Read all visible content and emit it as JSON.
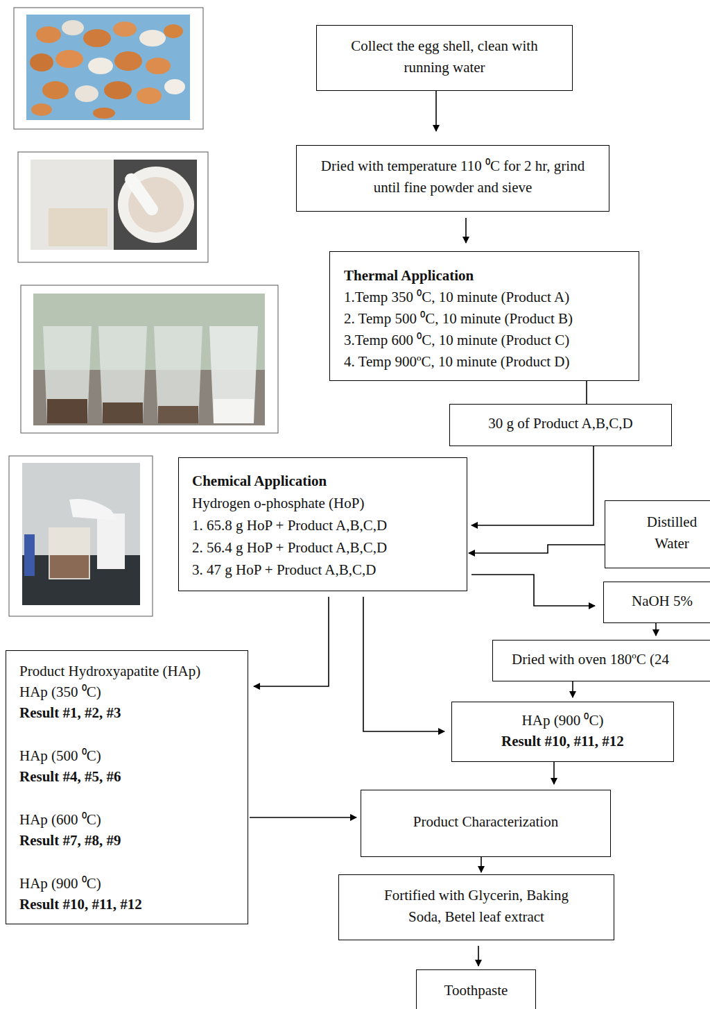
{
  "diagram": {
    "nodes": [
      {
        "text": [
          "Collect the egg shell, clean with running water"
        ]
      },
      {
        "text": [
          "Dried with temperature 110 ⁰C for 2 hr, grind until fine powder and sieve"
        ]
      },
      {
        "text": [
          "Thermal Application",
          "1.Temp 350 ⁰C, 10 minute  (Product A)",
          "2. Temp 500 ⁰C, 10 minute  (Product B)",
          "3.Temp  600 ⁰C, 10 minute  (Product C)",
          "4. Temp 900ºC, 10 minute  (Product D)"
        ]
      },
      {
        "text": [
          "30 g of Product A,B,C,D"
        ]
      },
      {
        "text": [
          "Chemical Application",
          "Hydrogen o-phosphate (HoP)",
          "1.   65.8 g  HoP + Product A,B,C,D",
          "2.   56.4 g HoP + Product A,B,C,D",
          "3.   47 g  HoP + Product A,B,C,D"
        ]
      },
      {
        "text": [
          "Distilled Water"
        ]
      },
      {
        "text": [
          "NaOH 5%"
        ]
      },
      {
        "text": [
          "Dried with oven 180ºC (24"
        ]
      },
      {
        "text": [
          "Product Hydroxyapatite (HAp)",
          "HAp (350 ⁰C)",
          "Result #1, #2, #3",
          "HAp (500 ⁰C)",
          "Result #4, #5, #6",
          "HAp (600 ⁰C)",
          "Result #7, #8, #9",
          "HAp (900 ⁰C)",
          "Result #10, #11, #12"
        ]
      },
      {
        "text": [
          "HAp (900 ⁰C)",
          "Result #10, #11, #12"
        ]
      },
      {
        "text": [
          "Product Characterization"
        ]
      },
      {
        "text": [
          "Fortified with Glycerin, Baking Soda, Betel leaf extract"
        ]
      },
      {
        "text": [
          "Toothpaste"
        ]
      }
    ],
    "edges": [
      {
        "from": 0,
        "to": 1,
        "arrow": "to"
      },
      {
        "from": 1,
        "to": 2,
        "arrow": "to"
      },
      {
        "from": 2,
        "to": 3,
        "arrow": "none"
      },
      {
        "from": 3,
        "to": 4,
        "arrow": "to"
      },
      {
        "from": 5,
        "to": 4,
        "arrow": "to"
      },
      {
        "from": 4,
        "to": 6,
        "arrow": "to"
      },
      {
        "from": 6,
        "to": 7,
        "arrow": "to"
      },
      {
        "from": 7,
        "to": 9,
        "arrow": "to"
      },
      {
        "from": 4,
        "to": 8,
        "arrow": "to"
      },
      {
        "from": 4,
        "to": 9,
        "arrow": "to"
      },
      {
        "from": 8,
        "to": 10,
        "arrow": "to"
      },
      {
        "from": 9,
        "to": 10,
        "arrow": "to"
      },
      {
        "from": 10,
        "to": 11,
        "arrow": "to"
      },
      {
        "from": 11,
        "to": 12,
        "arrow": "to"
      }
    ]
  }
}
